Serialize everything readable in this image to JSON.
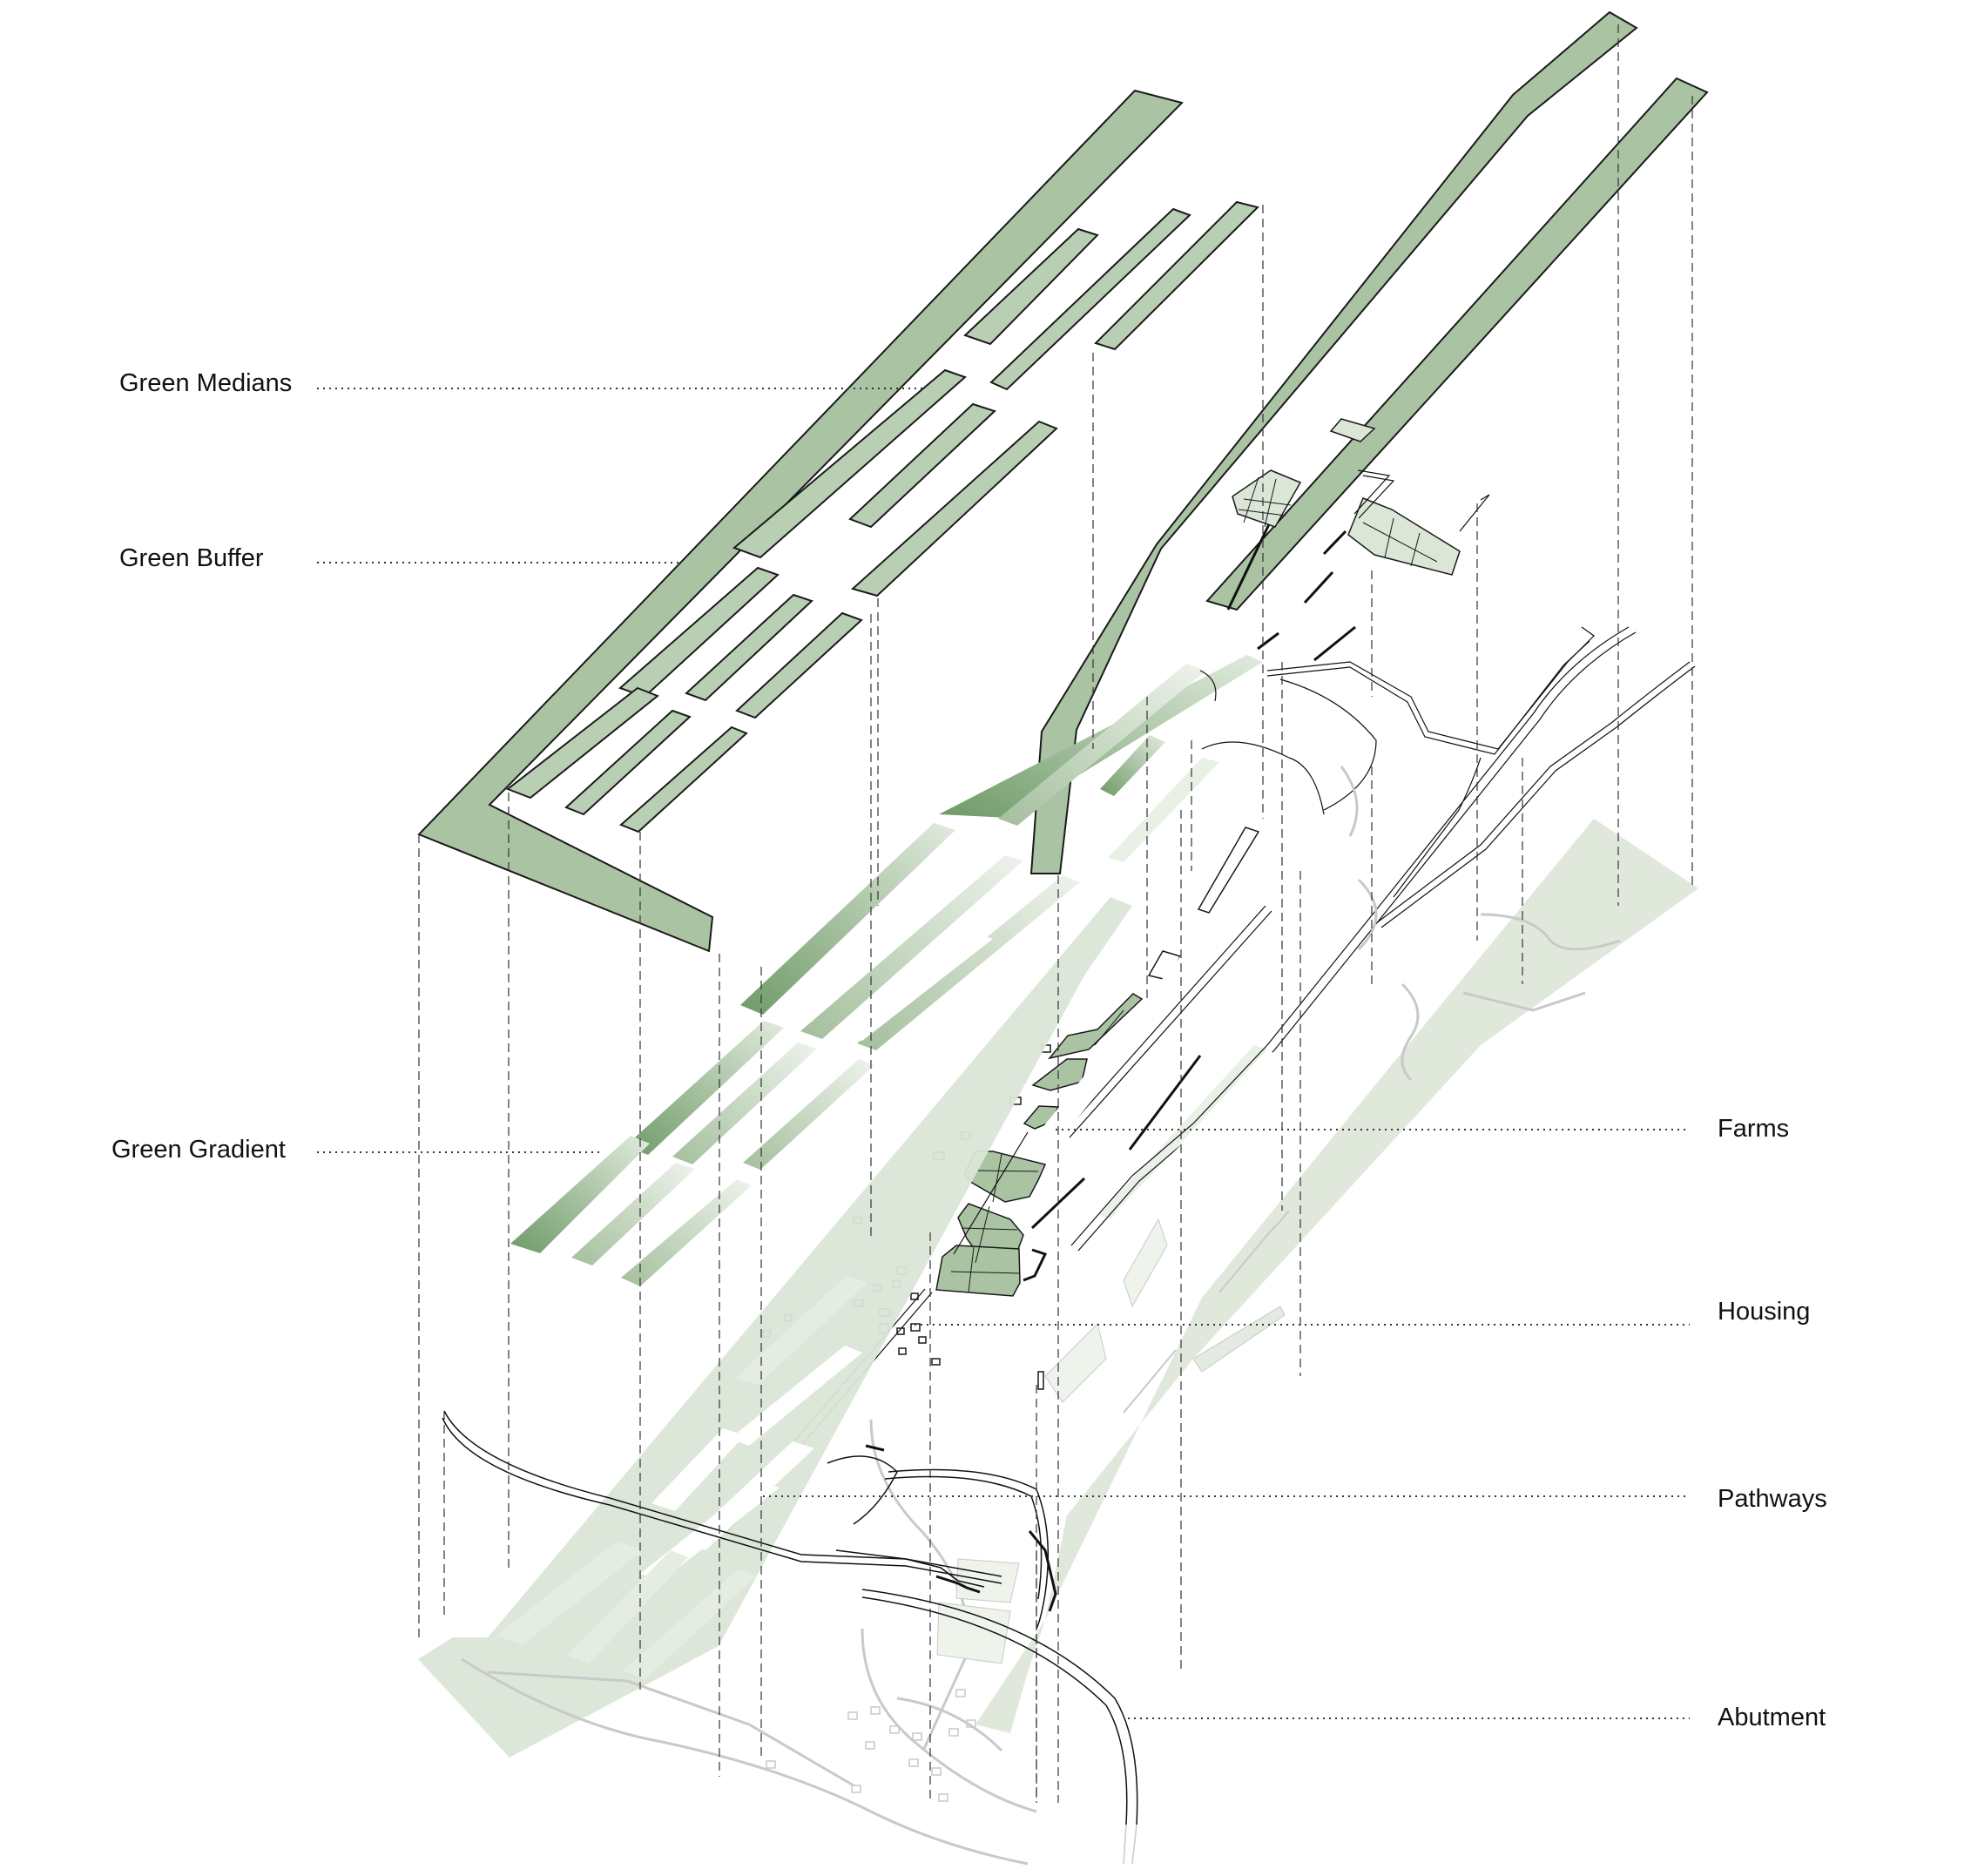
{
  "labels": {
    "green_medians": "Green Medians",
    "green_buffer": "Green Buffer",
    "green_gradient": "Green Gradient",
    "farms": "Farms",
    "housing": "Housing",
    "pathways": "Pathways",
    "abutment": "Abutment"
  },
  "colors": {
    "green_dark": "#a9c3a3",
    "green_medium": "#b9cfb3",
    "green_light": "#dbe6d7",
    "gradient_dark": "#6f9a67",
    "gradient_pale": "#d6e3d0",
    "line_dark": "#111111",
    "line_grey": "#c9c9c9"
  }
}
